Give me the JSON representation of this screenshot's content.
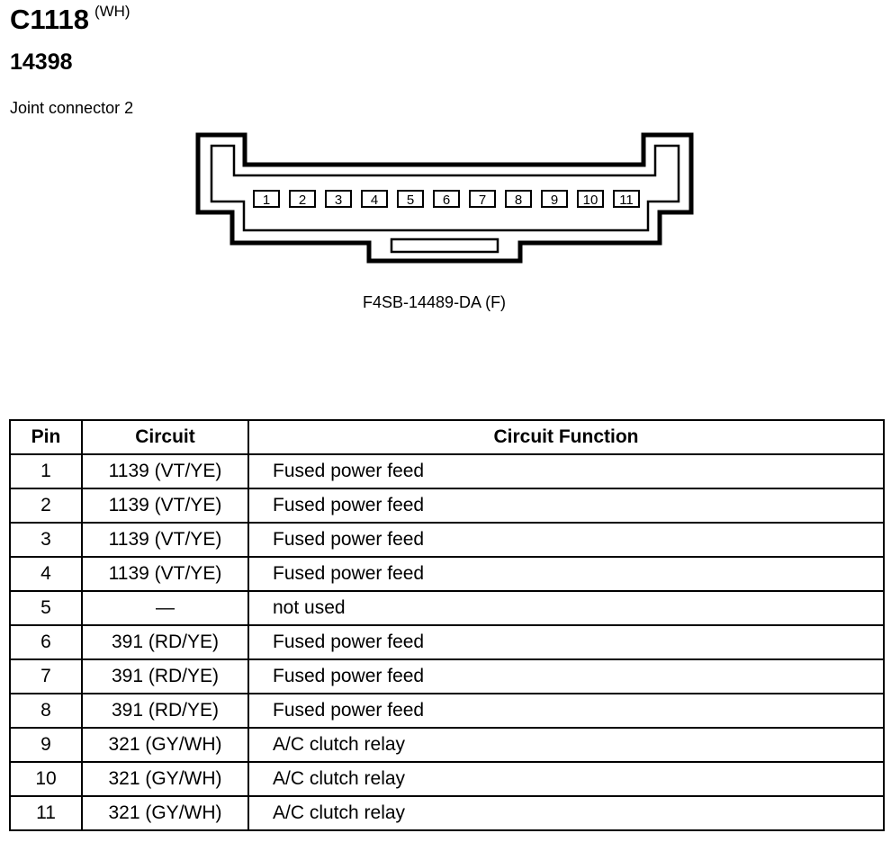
{
  "header": {
    "code": "C1118",
    "color": "(WH)",
    "part_number": "14398",
    "description": "Joint connector 2"
  },
  "connector": {
    "part_no": "F4SB-14489-DA (F)",
    "pins": [
      "1",
      "2",
      "3",
      "4",
      "5",
      "6",
      "7",
      "8",
      "9",
      "10",
      "11"
    ]
  },
  "table": {
    "headers": {
      "pin": "Pin",
      "circuit": "Circuit",
      "function": "Circuit Function"
    },
    "rows": [
      {
        "pin": "1",
        "circuit": "1139 (VT/YE)",
        "function": "Fused power feed"
      },
      {
        "pin": "2",
        "circuit": "1139 (VT/YE)",
        "function": "Fused power feed"
      },
      {
        "pin": "3",
        "circuit": "1139 (VT/YE)",
        "function": "Fused power feed"
      },
      {
        "pin": "4",
        "circuit": "1139 (VT/YE)",
        "function": "Fused power feed"
      },
      {
        "pin": "5",
        "circuit": "—",
        "function": "not used"
      },
      {
        "pin": "6",
        "circuit": "391 (RD/YE)",
        "function": "Fused power feed"
      },
      {
        "pin": "7",
        "circuit": "391 (RD/YE)",
        "function": "Fused power feed"
      },
      {
        "pin": "8",
        "circuit": "391 (RD/YE)",
        "function": "Fused power feed"
      },
      {
        "pin": "9",
        "circuit": "321 (GY/WH)",
        "function": "A/C clutch relay"
      },
      {
        "pin": "10",
        "circuit": "321 (GY/WH)",
        "function": "A/C clutch relay"
      },
      {
        "pin": "11",
        "circuit": "321 (GY/WH)",
        "function": "A/C clutch relay"
      }
    ]
  }
}
